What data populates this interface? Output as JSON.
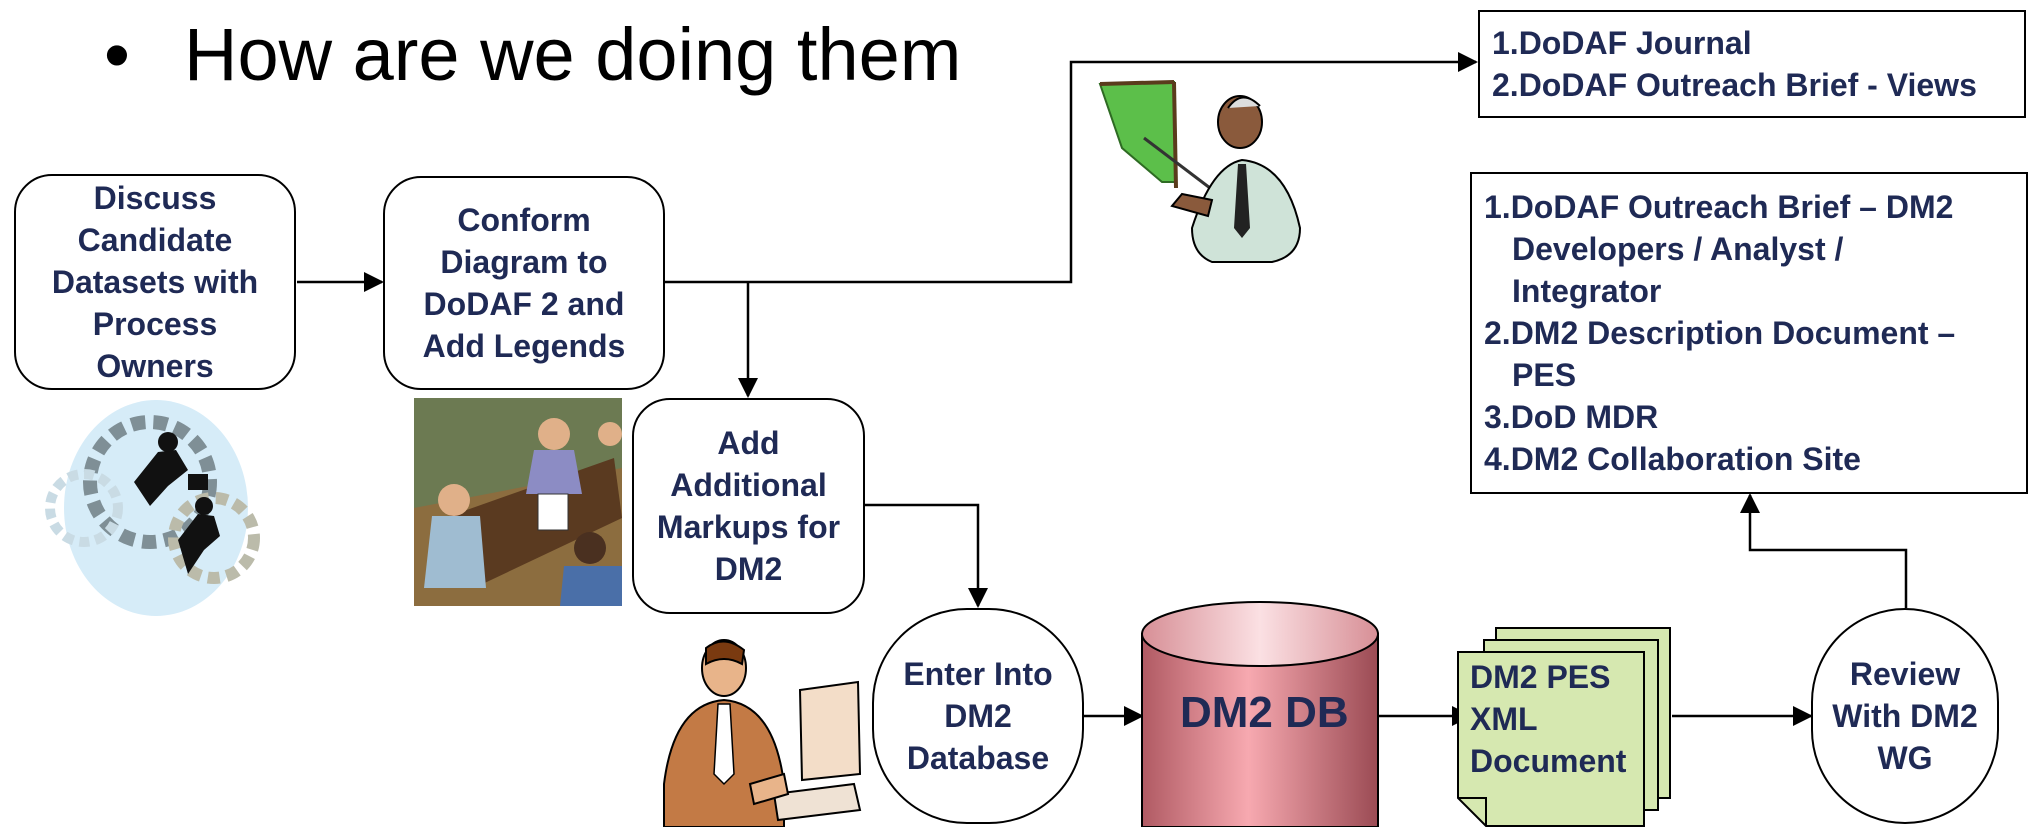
{
  "title": {
    "bullet": "•",
    "text": "How are we doing them"
  },
  "boxes": {
    "discuss": "Discuss Candidate Datasets with Process Owners",
    "conform": "Conform Diagram to DoDAF 2 and Add Legends",
    "markups": "Add Additional Markups for DM2",
    "enter": "Enter Into DM2 Database",
    "db": "DM2 DB",
    "document": "DM2 PES XML Document",
    "review": "Review With DM2 WG"
  },
  "outputs_top": [
    "1.DoDAF Journal",
    "2.DoDAF Outreach Brief - Views"
  ],
  "outputs_bottom": [
    {
      "line1": "1.DoDAF Outreach Brief – DM2",
      "line2": "Developers / Analyst /",
      "line3": "Integrator"
    },
    {
      "line1": "2.DM2 Description Document –",
      "line2": "PES"
    },
    {
      "line1": "3.DoD MDR"
    },
    {
      "line1": "4.DM2 Collaboration Site"
    }
  ],
  "colors": {
    "text": "#1f2a55",
    "db_body": "#d97b84",
    "document_fill": "#d6e8b0"
  },
  "icons": [
    "presenter-clipart-icon",
    "business-gears-clipart-icon",
    "meeting-clipart-icon",
    "computer-user-clipart-icon"
  ]
}
